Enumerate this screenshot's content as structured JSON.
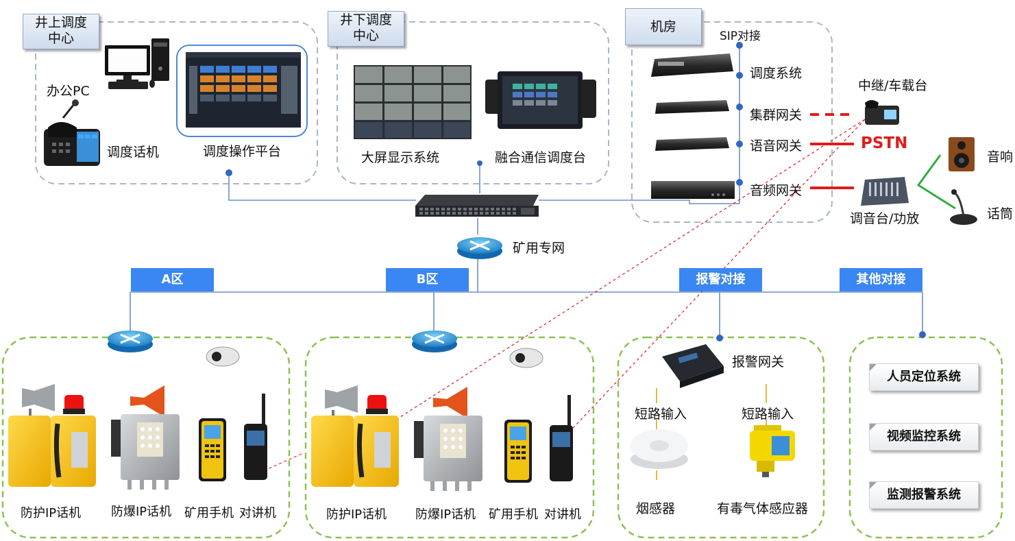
{
  "sections": {
    "surface_center": "井上调度中心",
    "underground_center": "井下调度中心",
    "machine_room": "机房"
  },
  "surface": {
    "office_pc": "办公PC",
    "dispatch_phone": "调度话机",
    "dispatch_platform": "调度操作平台"
  },
  "underground": {
    "big_screen": "大屏显示系统",
    "fusion_console": "融合通信调度台"
  },
  "machine_room": {
    "sip": "SIP对接",
    "dispatch_system": "调度系统",
    "trunk_gateway": "集群网关",
    "voice_gateway": "语音网关",
    "audio_gateway": "音频网关"
  },
  "external": {
    "relay": "中继/车载台",
    "pstn": "PSTN",
    "mixer": "调音台/功放",
    "speaker": "音响",
    "microphone": "话筒"
  },
  "network": {
    "mine_network": "矿用专网"
  },
  "zones": {
    "a": "A区",
    "b": "B区",
    "alarm": "报警对接",
    "other": "其他对接"
  },
  "zone_a": {
    "protective_phone": "防护IP话机",
    "explosion_phone": "防爆IP话机",
    "mine_handset": "矿用手机",
    "walkie": "对讲机"
  },
  "zone_b": {
    "protective_phone": "防护IP话机",
    "explosion_phone": "防爆IP话机",
    "mine_handset": "矿用手机",
    "walkie": "对讲机"
  },
  "alarm_zone": {
    "gateway": "报警网关",
    "short_input_1": "短路输入",
    "short_input_2": "短路输入",
    "smoke": "烟感器",
    "gas": "有毒气体感应器"
  },
  "other_systems": [
    "人员定位系统",
    "视频监控系统",
    "监测报警系统"
  ],
  "colors": {
    "zone_blue": "#3a86f2",
    "line_blue": "#6b8fc6",
    "pstn_red": "#e01b1b",
    "branch_green": "#2fae3f",
    "dashed_gray": "#a9b6c6",
    "dashed_green": "#8cc152"
  }
}
